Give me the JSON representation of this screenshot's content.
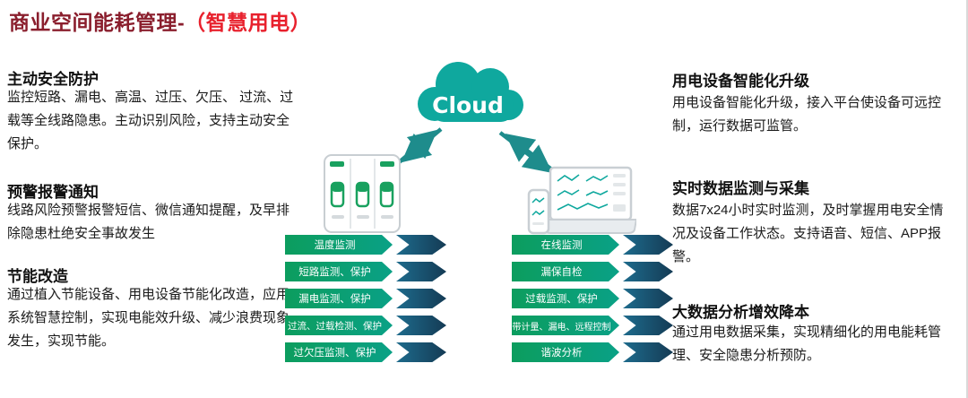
{
  "title": {
    "main": "商业空间能耗管理-",
    "highlight": "（智慧用电）"
  },
  "cloud_label": "Cloud",
  "left_sections": [
    {
      "heading": "主动安全防护",
      "body": "监控短路、漏电、高温、过压、欠压、 过流、过载等全线路隐患。主动识别风险，支持主动安全保护。"
    },
    {
      "heading": "预警报警通知",
      "body": "线路风险预警报警短信、微信通知提醒，及早排除隐患杜绝安全事故发生"
    },
    {
      "heading": "节能改造",
      "body": "通过植入节能设备、用电设备节能化改造，应用系统智慧控制，实现电能效升级、减少浪费现象发生，实现节能。"
    }
  ],
  "right_sections": [
    {
      "heading": "用电设备智能化升级",
      "body": "用电设备智能化升级，接入平台使设备可远控制，运行数据可监管。"
    },
    {
      "heading": "实时数据监测与采集",
      "body": "数据7x24小时实时监测，及时掌握用电安全情况及设备工作状态。支持语音、短信、APP报警。"
    },
    {
      "heading": "大数据分析增效降本",
      "body": "通过用电数据采集，实现精细化的用电能耗管理、安全隐患分析预防。"
    }
  ],
  "breaker_tags": [
    "温度监测",
    "短路监测、保护",
    "漏电监测、保护",
    "过流、过载检测、保护",
    "过欠压监测、保护"
  ],
  "platform_tags": [
    "在线监测",
    "漏保自检",
    "过载监测、保护",
    "带计量、漏电、远程控制",
    "谐波分析"
  ],
  "colors": {
    "title": "#8a1e2d",
    "title_highlight": "#e8212d",
    "cloud_teal": "#0fa89e",
    "arrow_teal": "#1e8c8c",
    "tag_green": "#0c9d5e",
    "tag_dark": "#1a5f7a"
  }
}
